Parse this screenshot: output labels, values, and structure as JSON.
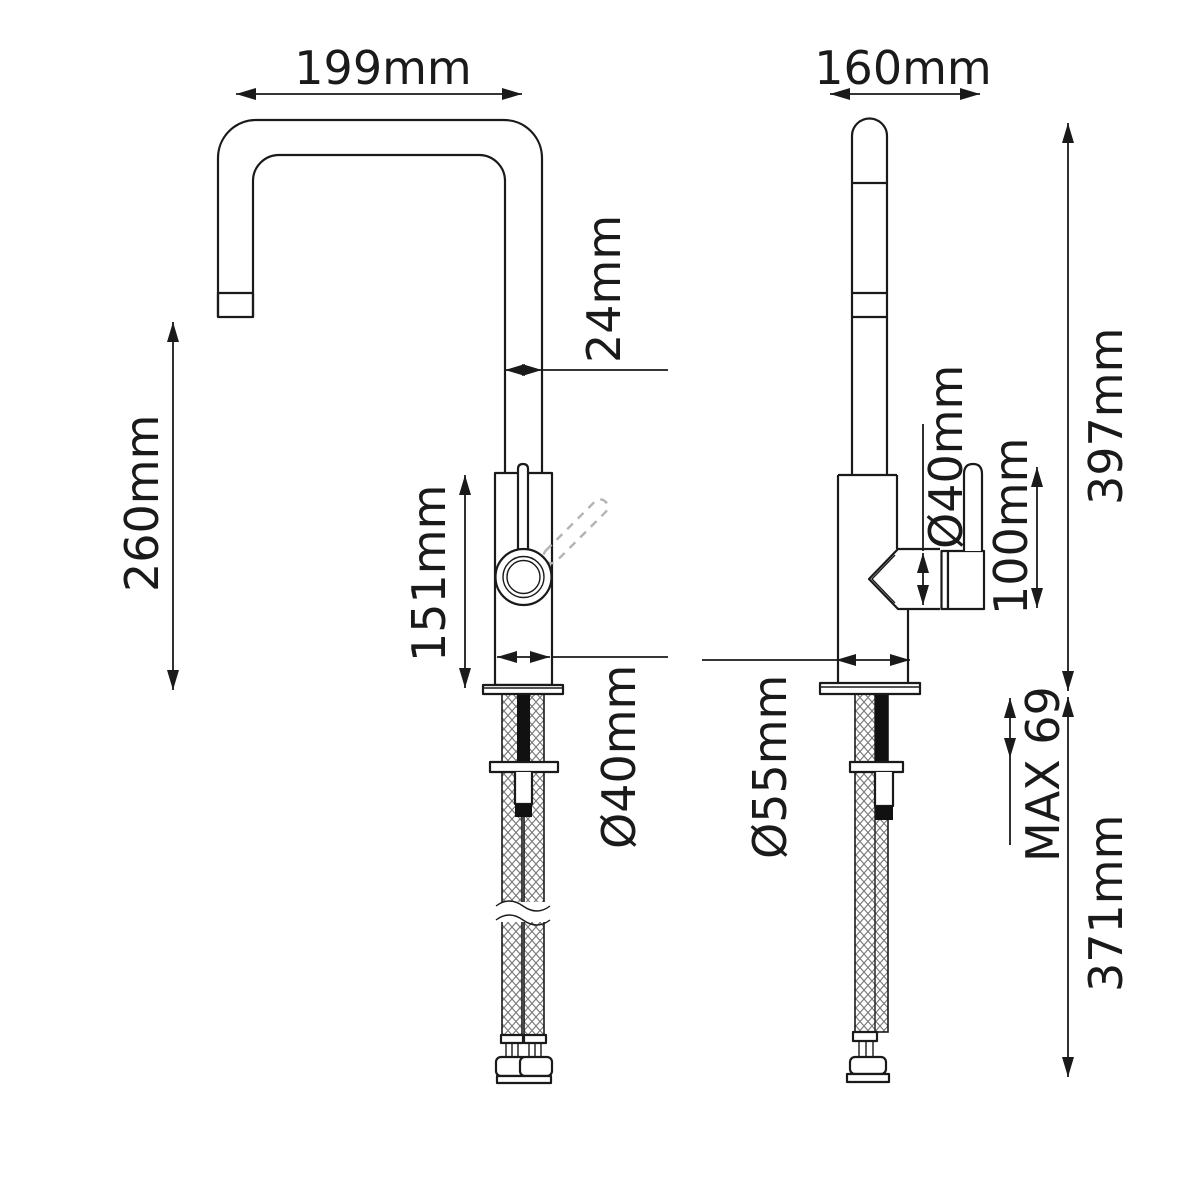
{
  "dimensions": {
    "spout_reach": "199mm",
    "side_reach": "160mm",
    "spout_tube": "24mm",
    "spout_clearance": "260mm",
    "body_height": "151mm",
    "base_front": "Ø40mm",
    "base_side": "Ø55mm",
    "handle_joint": "Ø40mm",
    "handle_length": "100mm",
    "total_height": "397mm",
    "max_worktop": "MAX 69",
    "below_worktop": "371mm"
  },
  "colors": {
    "line": "#1a1a1a",
    "phantom_dash": "#b3b3b3",
    "background": "#ffffff"
  }
}
